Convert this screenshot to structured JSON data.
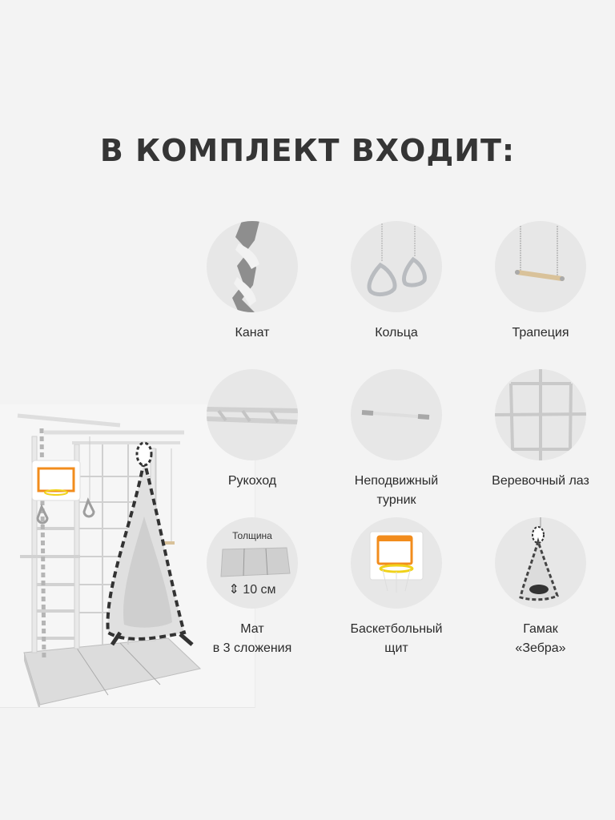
{
  "header": {
    "title": "В КОМПЛЕКТ ВХОДИТ:"
  },
  "hero": {
    "image_alt": "wall-bars-set-with-accessories"
  },
  "items": [
    {
      "id": "rope",
      "label": "Канат",
      "icon": "rope-icon"
    },
    {
      "id": "rings",
      "label": "Кольца",
      "icon": "rings-icon"
    },
    {
      "id": "trapeze",
      "label": "Трапеция",
      "icon": "trapeze-icon"
    },
    {
      "id": "monkey-bars",
      "label": "Рукоход",
      "icon": "monkey-bars-icon"
    },
    {
      "id": "pull-up-bar",
      "label_line1": "Неподвижный",
      "label_line2": "турник",
      "icon": "pull-up-bar-icon"
    },
    {
      "id": "rope-net",
      "label": "Веревочный лаз",
      "icon": "rope-net-icon"
    },
    {
      "id": "mat",
      "label_line1": "Мат",
      "label_line2": "в 3 сложения",
      "thickness_label": "Толщина",
      "thickness_value": "10 см",
      "icon": "mat-icon"
    },
    {
      "id": "basketball",
      "label_line1": "Баскетбольный",
      "label_line2": "щит",
      "icon": "basketball-hoop-icon"
    },
    {
      "id": "hammock",
      "label_line1": "Гамак",
      "label_line2": "«Зебра»",
      "icon": "zebra-hammock-icon"
    }
  ],
  "colors": {
    "background": "#f3f3f3",
    "circle": "#e7e7e7",
    "title": "#353535",
    "accent_orange": "#f28c1c",
    "hoop_yellow": "#f0d21a"
  }
}
